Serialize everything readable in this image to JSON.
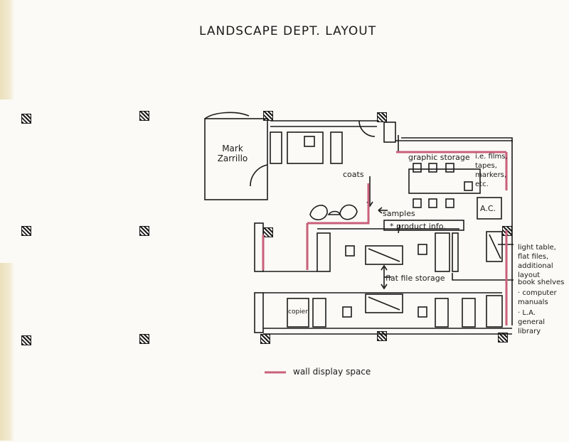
{
  "title": "LANDSCAPE DEPT. LAYOUT",
  "rooms": {
    "office_name": "Mark Zarrillo",
    "copier": "copier",
    "ac": "A.C."
  },
  "labels": {
    "coats": "coats",
    "samples": "samples",
    "product_info": "* product info.",
    "graphic_storage": "graphic storage",
    "graphic_storage_detail": "i.e. films, tapes, markers, etc.",
    "light_table": "light table, flat files, additional layout",
    "book_shelves": "book shelves",
    "computer_manuals": "· computer manuals",
    "la_general_library": "· L.A. general library",
    "flat_file_storage": "flat file storage"
  },
  "legend": {
    "label": "wall display space",
    "color": "#c9607a"
  }
}
